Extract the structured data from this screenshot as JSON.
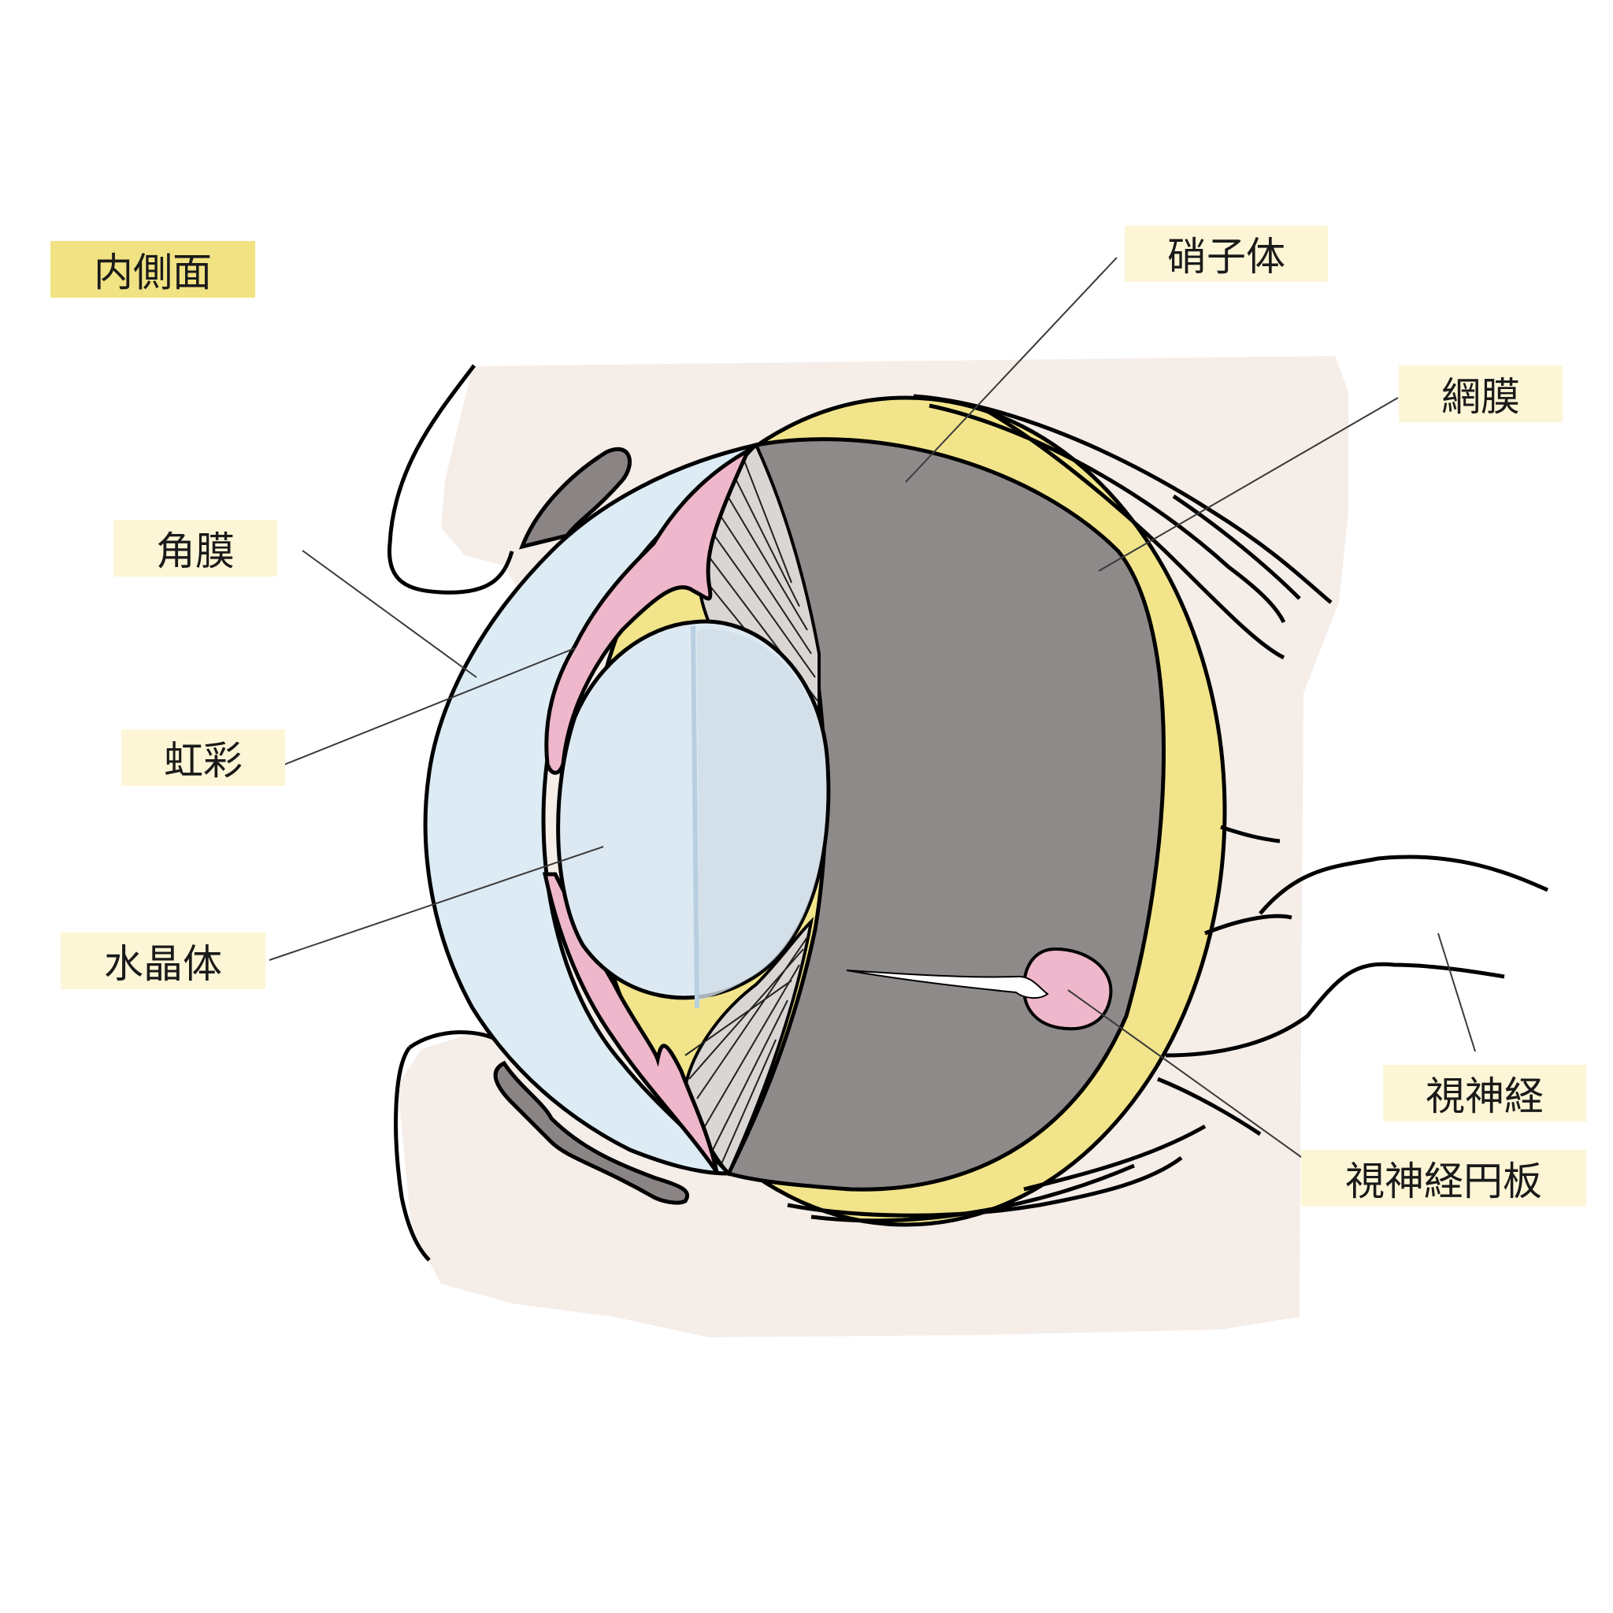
{
  "view_label": "内側面",
  "labels": {
    "vitreous": "硝子体",
    "retina": "網膜",
    "cornea": "角膜",
    "iris": "虹彩",
    "lens": "水晶体",
    "optic_nerve": "視神経",
    "optic_disc": "視神経円板"
  },
  "colors": {
    "tissue": "#f5ede8",
    "sclera": "#f2e48a",
    "vitreous": "#8f8a8a",
    "cornea": "#dcebf4",
    "lens": "#dce9f2",
    "iris": "#efb7cb",
    "eyelid_shadow": "#8a8484",
    "view_tag": "#f1e384",
    "label_tag": "#fdf6d6"
  }
}
